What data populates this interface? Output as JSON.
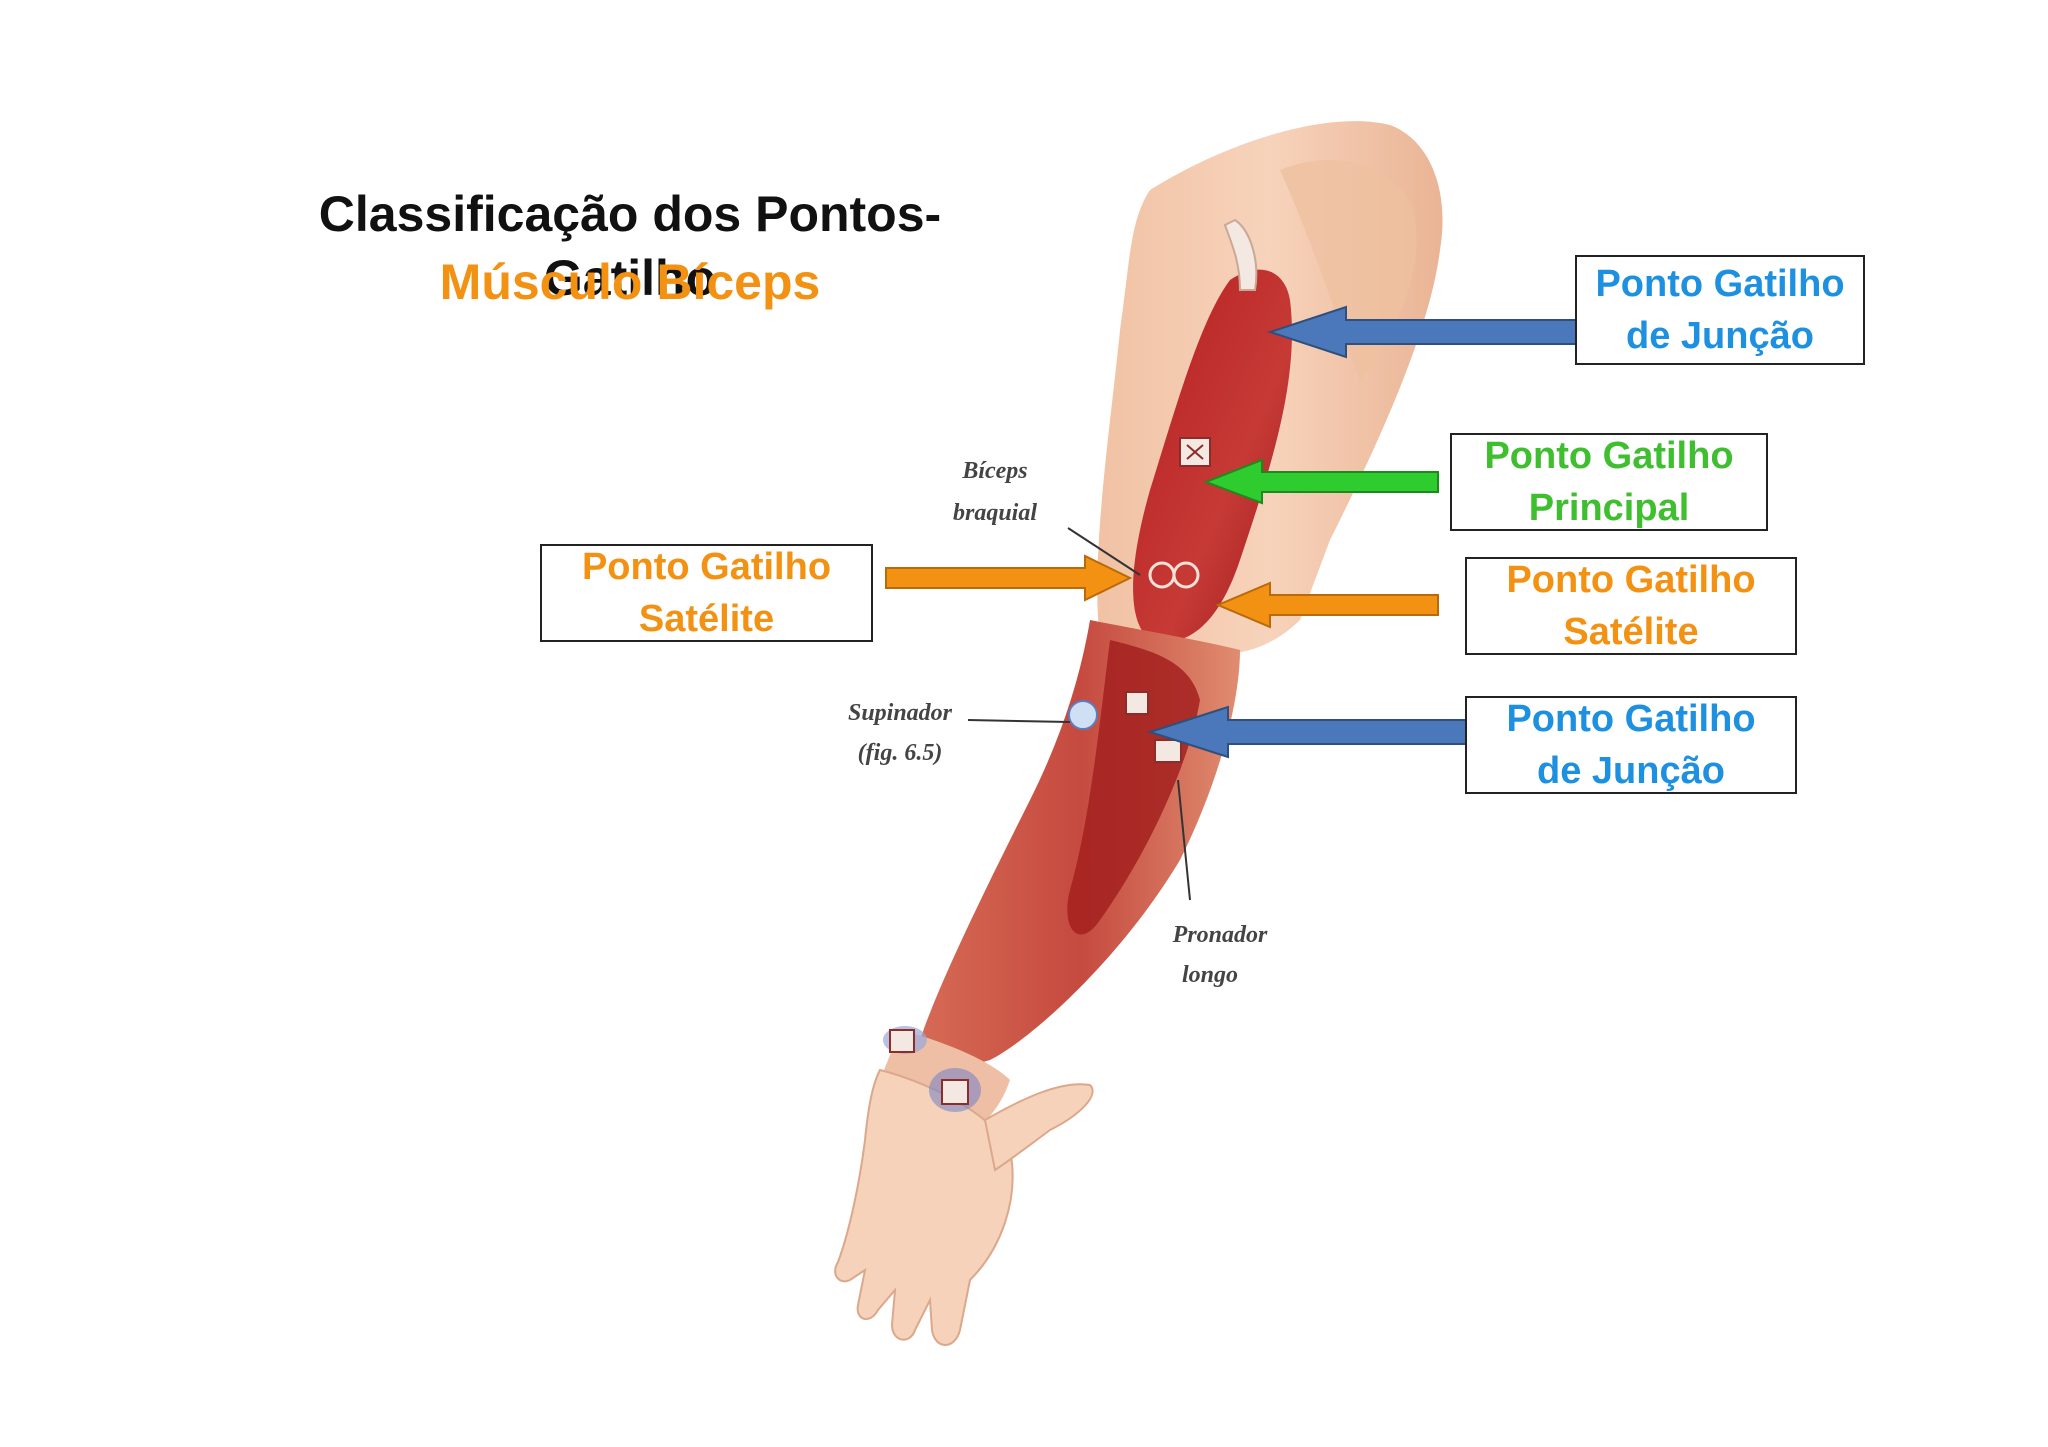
{
  "title": "Classificação dos Pontos-Gatilho",
  "subtitle": "Músculo Bíceps",
  "colors": {
    "blue": "#1e90e0",
    "green": "#3fbf30",
    "orange": "#f39212",
    "arrow_blue": "#4a78bb",
    "arrow_green": "#2ecc2e",
    "arrow_orange": "#f39212"
  },
  "callouts": {
    "top_right": {
      "line1": "Ponto Gatilho",
      "line2": "de Junção"
    },
    "principal": {
      "line1": "Ponto Gatilho",
      "line2": "Principal"
    },
    "satellite_left": {
      "line1": "Ponto Gatilho",
      "line2": "Satélite"
    },
    "satellite_right": {
      "line1": "Ponto Gatilho",
      "line2": "Satélite"
    },
    "bottom_right": {
      "line1": "Ponto Gatilho",
      "line2": "de Junção"
    }
  },
  "figure_labels": {
    "biceps_line1": "Bíceps",
    "biceps_line2": "braquial",
    "supinator_line1": "Supinador",
    "supinator_line2": "(fig. 6.5)",
    "pronator_line1": "Pronador",
    "pronator_line2": "longo"
  }
}
